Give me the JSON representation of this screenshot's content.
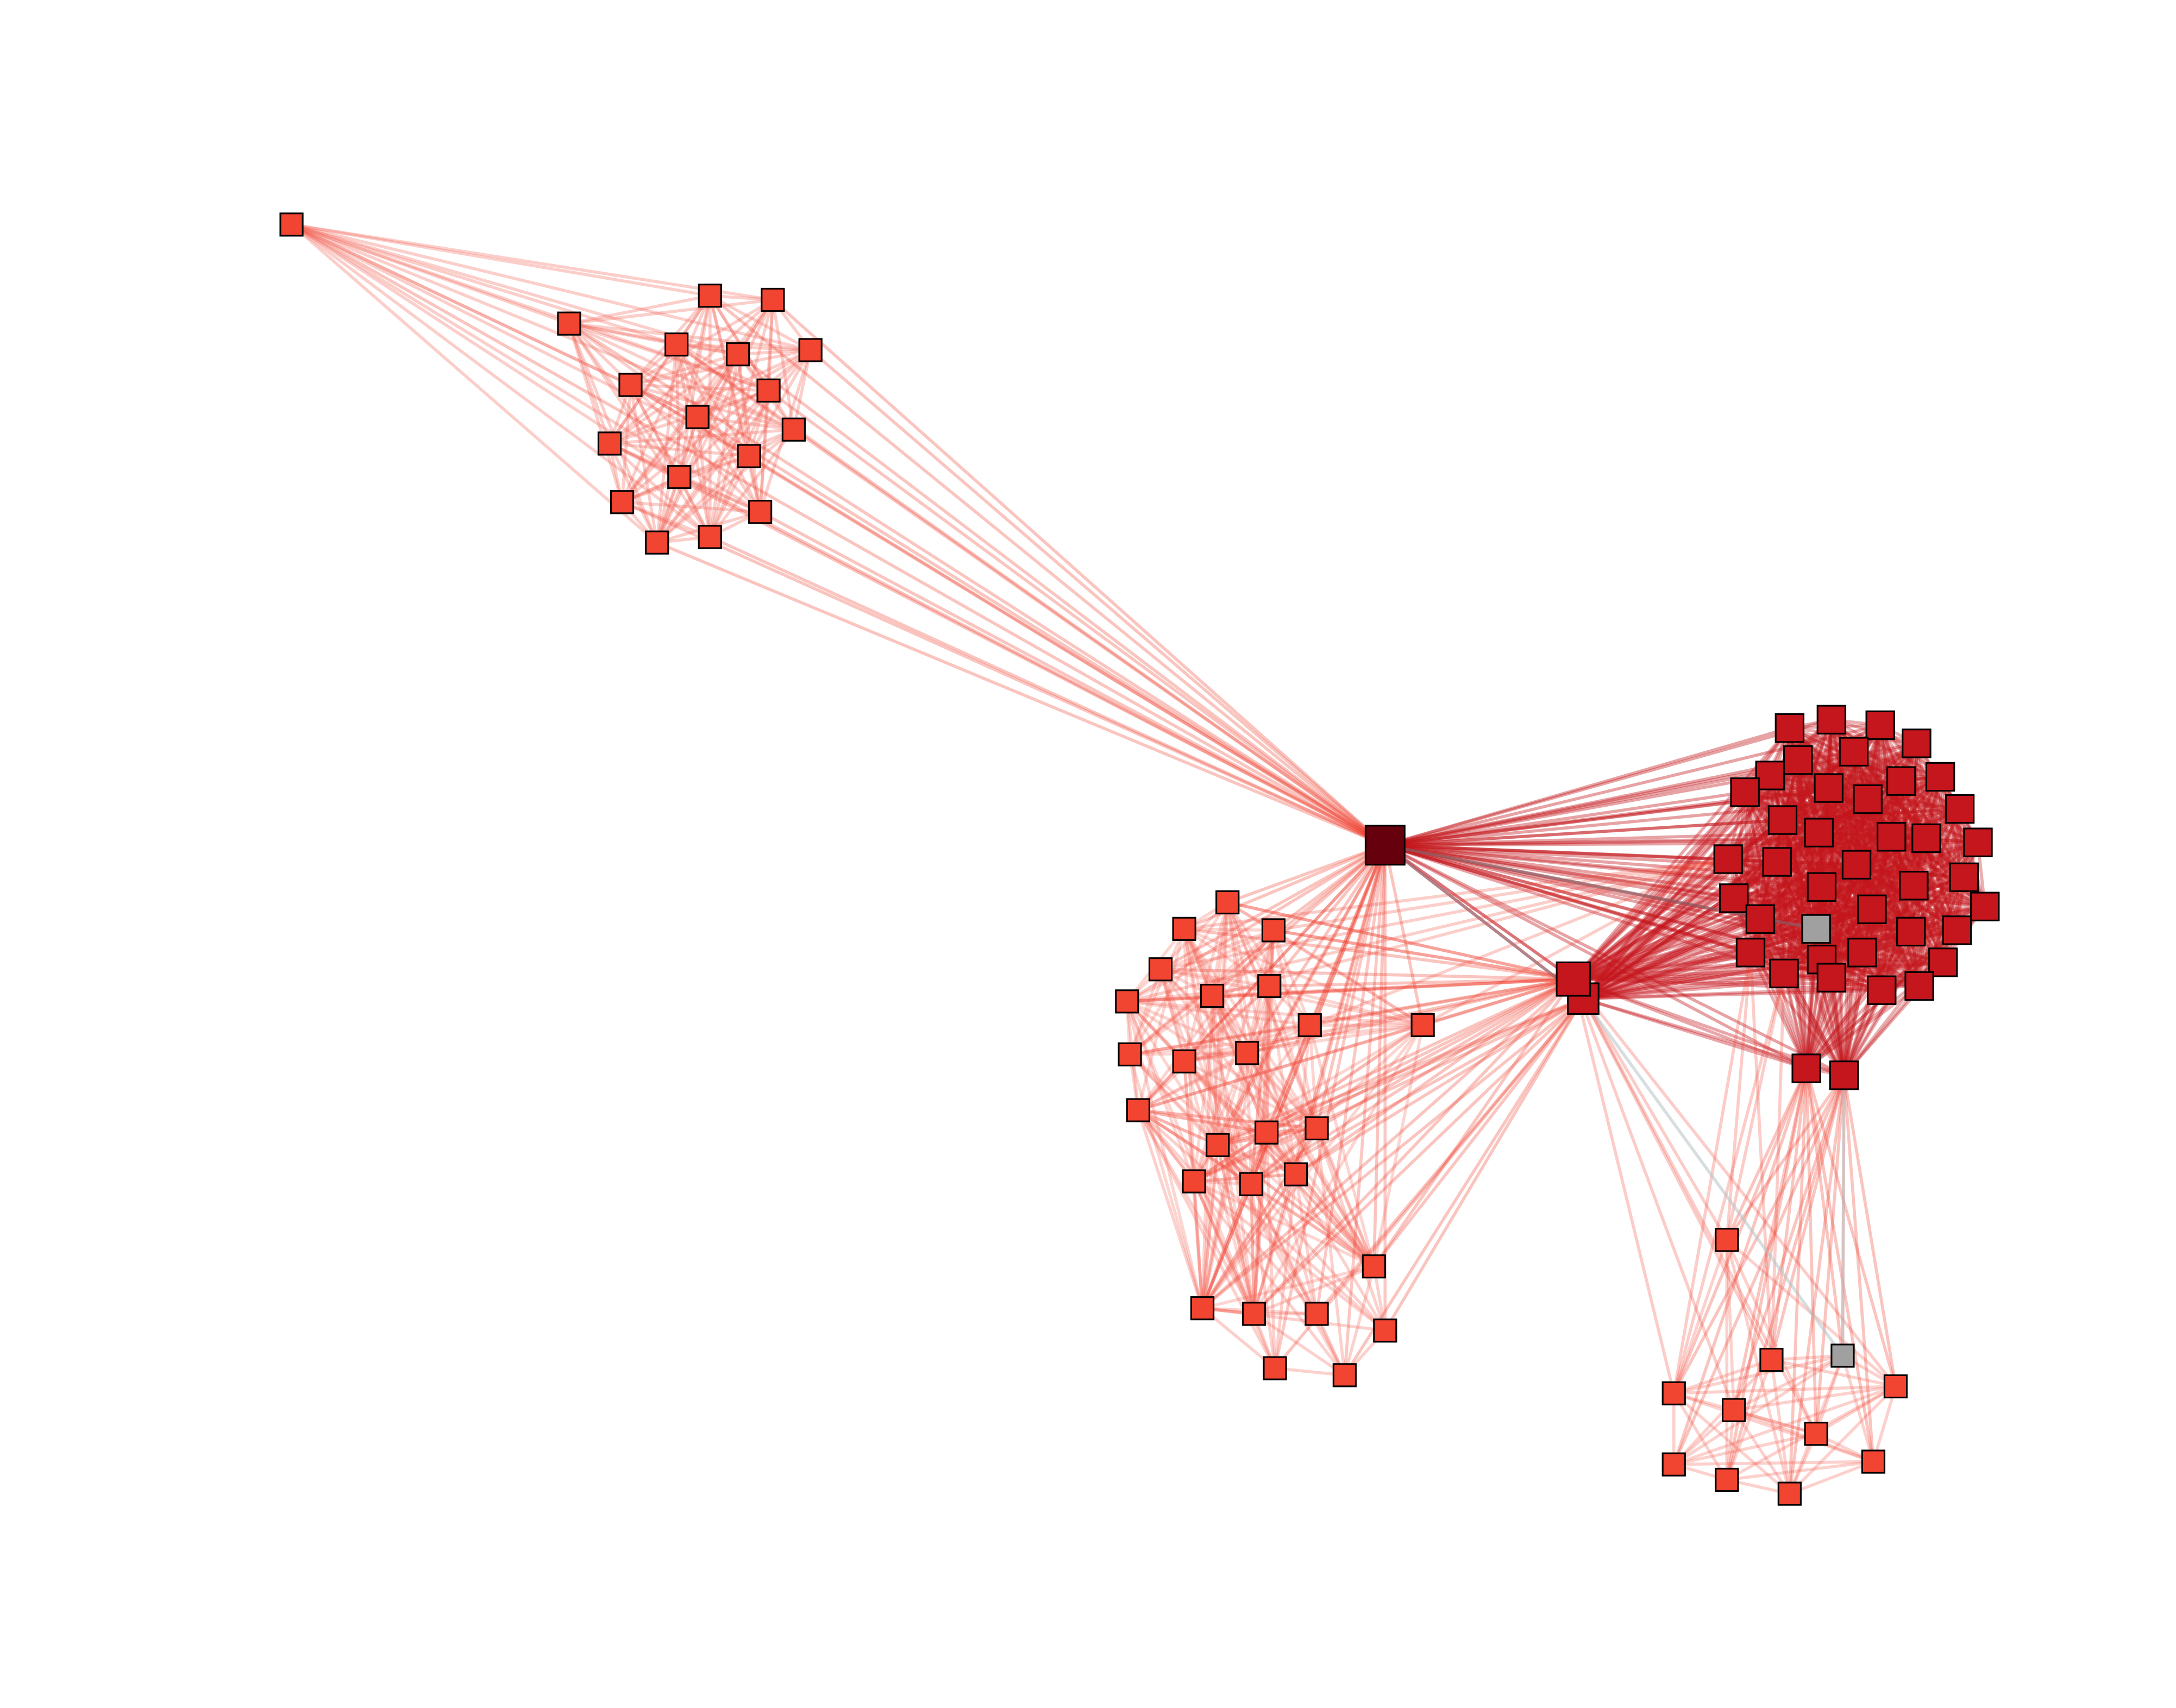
{
  "graph": {
    "type": "network",
    "title": "",
    "labels_shown": false,
    "node_shape": "square",
    "node_border_color": "#000000",
    "background_color": "#ffffff",
    "group_colors": {
      "hub": "#67000d",
      "core": "#c4161c",
      "peripheral": "#f14431",
      "neutral": "#a0a0a0"
    },
    "edge_colors": {
      "intra_peripheral": "#f4685a",
      "intra_core": "#c4161c",
      "inter": "#ef3b2c",
      "neutral": "#b7c3c7"
    },
    "clusters": [
      {
        "id": "A",
        "node_count": 18
      },
      {
        "id": "B",
        "node_count": 22
      },
      {
        "id": "C",
        "node_count": 9
      },
      {
        "id": "D",
        "node_count": 48
      },
      {
        "id": "E",
        "node_count": 12
      },
      {
        "id": "bridges",
        "node_count": 4
      }
    ]
  }
}
